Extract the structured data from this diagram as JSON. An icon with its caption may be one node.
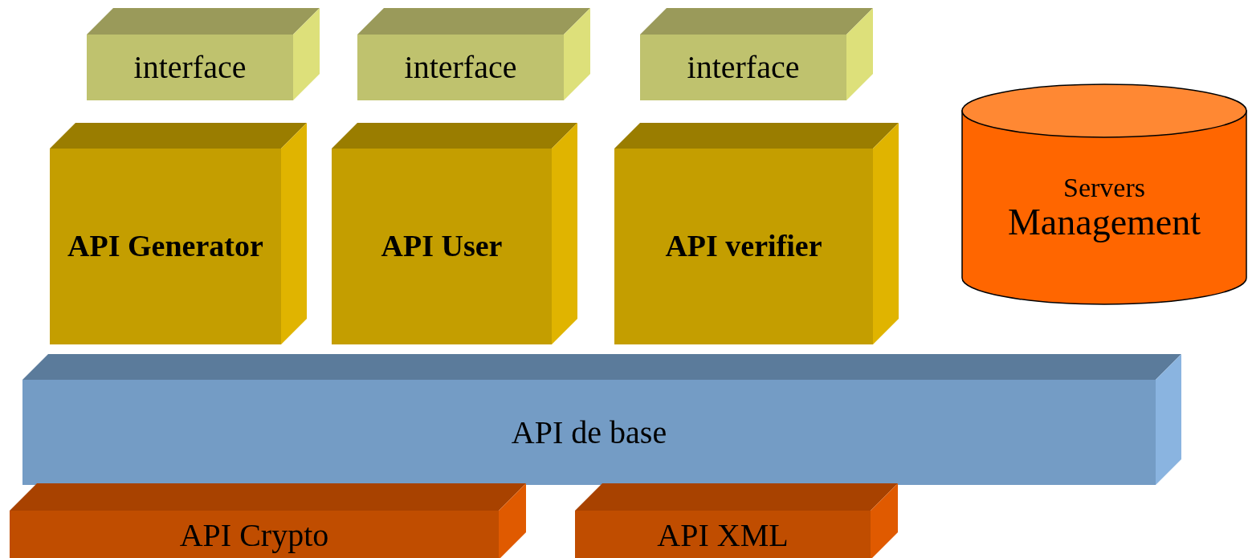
{
  "diagram": {
    "nodes": [
      {
        "text": [
          "interface"
        ]
      },
      {
        "text": [
          "interface"
        ]
      },
      {
        "text": [
          "interface"
        ]
      },
      {
        "text": [
          "API Generator"
        ]
      },
      {
        "text": [
          "API User"
        ]
      },
      {
        "text": [
          "API verifier"
        ]
      },
      {
        "text": [
          "Servers",
          "Management"
        ]
      },
      {
        "text": [
          "API de base"
        ]
      },
      {
        "text": [
          "API Crypto"
        ]
      },
      {
        "text": [
          "API XML"
        ]
      }
    ],
    "edges": []
  }
}
